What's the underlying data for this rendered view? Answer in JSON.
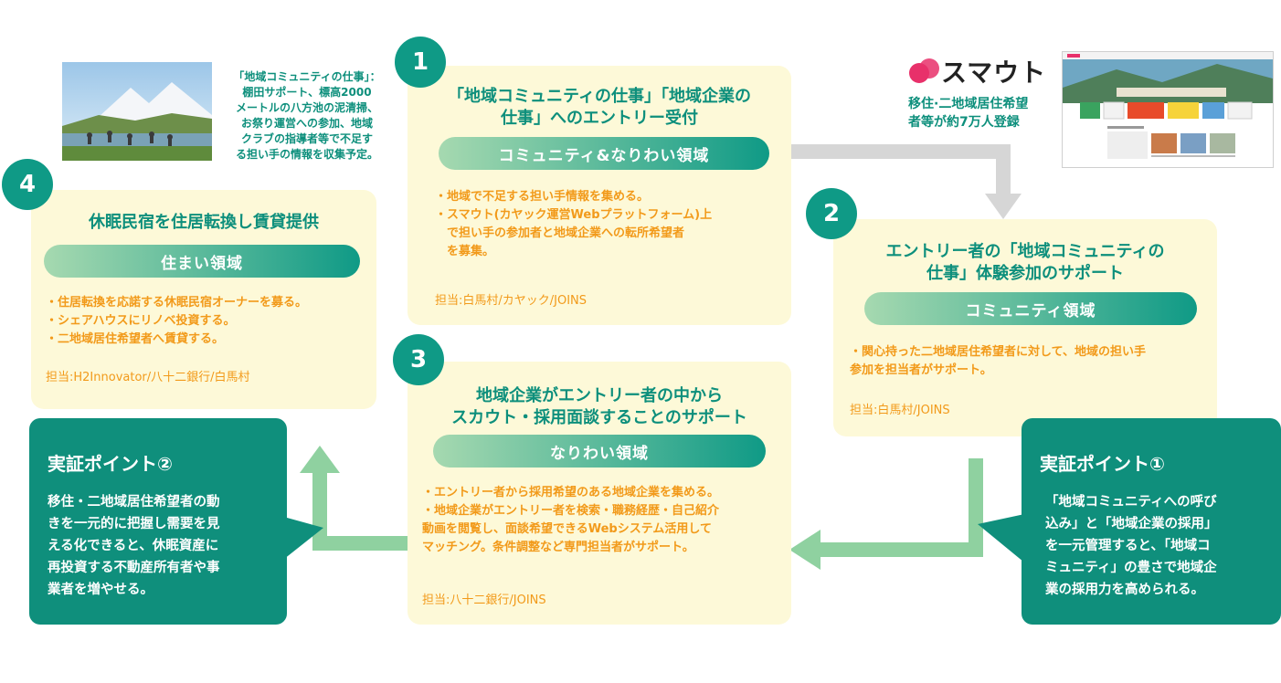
{
  "photo_caption": {
    "lines": [
      "「地域コミュニティの仕事」：",
      "棚田サポート、標高2000",
      "メートルの八方池の泥清掃、",
      "お祭り運営への参加、地域",
      "クラブの指導者等で不足す",
      "る担い手の情報を収集予定。"
    ]
  },
  "smout": {
    "logo_text": "スマウト",
    "note_lines": [
      "移住·二地域居住希望",
      "者等が約7万人登録"
    ],
    "brand_color": "#e8306a"
  },
  "steps": [
    {
      "number": "1",
      "title_lines": [
        "「地域コミュニティの仕事」「地域企業の",
        "仕事」へのエントリー受付"
      ],
      "domain": "コミュニティ&なりわい領域",
      "bullets": [
        "・地域で不足する担い手情報を集める。",
        "・スマウト(カヤック運営Webプラットフォーム)上",
        "　で担い手の参加者と地域企業への転所希望者",
        "　を募集。"
      ],
      "owner": "担当:白馬村/カヤック/JOINS"
    },
    {
      "number": "2",
      "title_lines": [
        "エントリー者の「地域コミュニティの",
        "仕事」体験参加のサポート"
      ],
      "domain": "コミュニティ領域",
      "bullets": [
        "・関心持った二地域居住希望者に対して、地域の担い手",
        "参加を担当者がサポート。"
      ],
      "owner": "担当:白馬村/JOINS"
    },
    {
      "number": "3",
      "title_lines": [
        "地域企業がエントリー者の中から",
        "スカウト・採用面談することのサポート"
      ],
      "domain": "なりわい領域",
      "bullets": [
        "・エントリー者から採用希望のある地域企業を集める。",
        "・地域企業がエントリー者を検索・職務経歴・自己紹介",
        "動画を閲覧し、面談希望できるWebシステム活用して",
        "マッチング。条件調整など専門担当者がサポート。"
      ],
      "owner": "担当:八十二銀行/JOINS"
    },
    {
      "number": "4",
      "title_lines": [
        "休眠民宿を住居転換し賃貸提供"
      ],
      "domain": "住まい領域",
      "bullets": [
        "・住居転換を応諾する休眠民宿オーナーを募る。",
        "・シェアハウスにリノベ投資する。",
        "・二地域居住希望者へ賃貸する。"
      ],
      "owner": "担当:H2Innovator/八十二銀行/白馬村"
    }
  ],
  "points": [
    {
      "heading": "実証ポイント①",
      "lines": [
        "「地域コミュニティへの呼び",
        "込み」と「地域企業の採用」",
        "を一元管理すると、「地域コ",
        "ミュニティ」の豊さで地域企",
        "業の採用力を高められる。"
      ]
    },
    {
      "heading": "実証ポイント②",
      "lines": [
        "移住・二地域居住希望者の動",
        "きを一元的に把握し需要を見",
        "える化できると、休眠資産に",
        "再投資する不動産所有者や事",
        "業者を増やせる。"
      ]
    }
  ],
  "colors": {
    "teal": "#0f9a86",
    "cream": "#fdf9d8",
    "orange": "#f29a1a",
    "arrow_green": "#8fd1a0",
    "arrow_gray": "#d6d6d6"
  }
}
